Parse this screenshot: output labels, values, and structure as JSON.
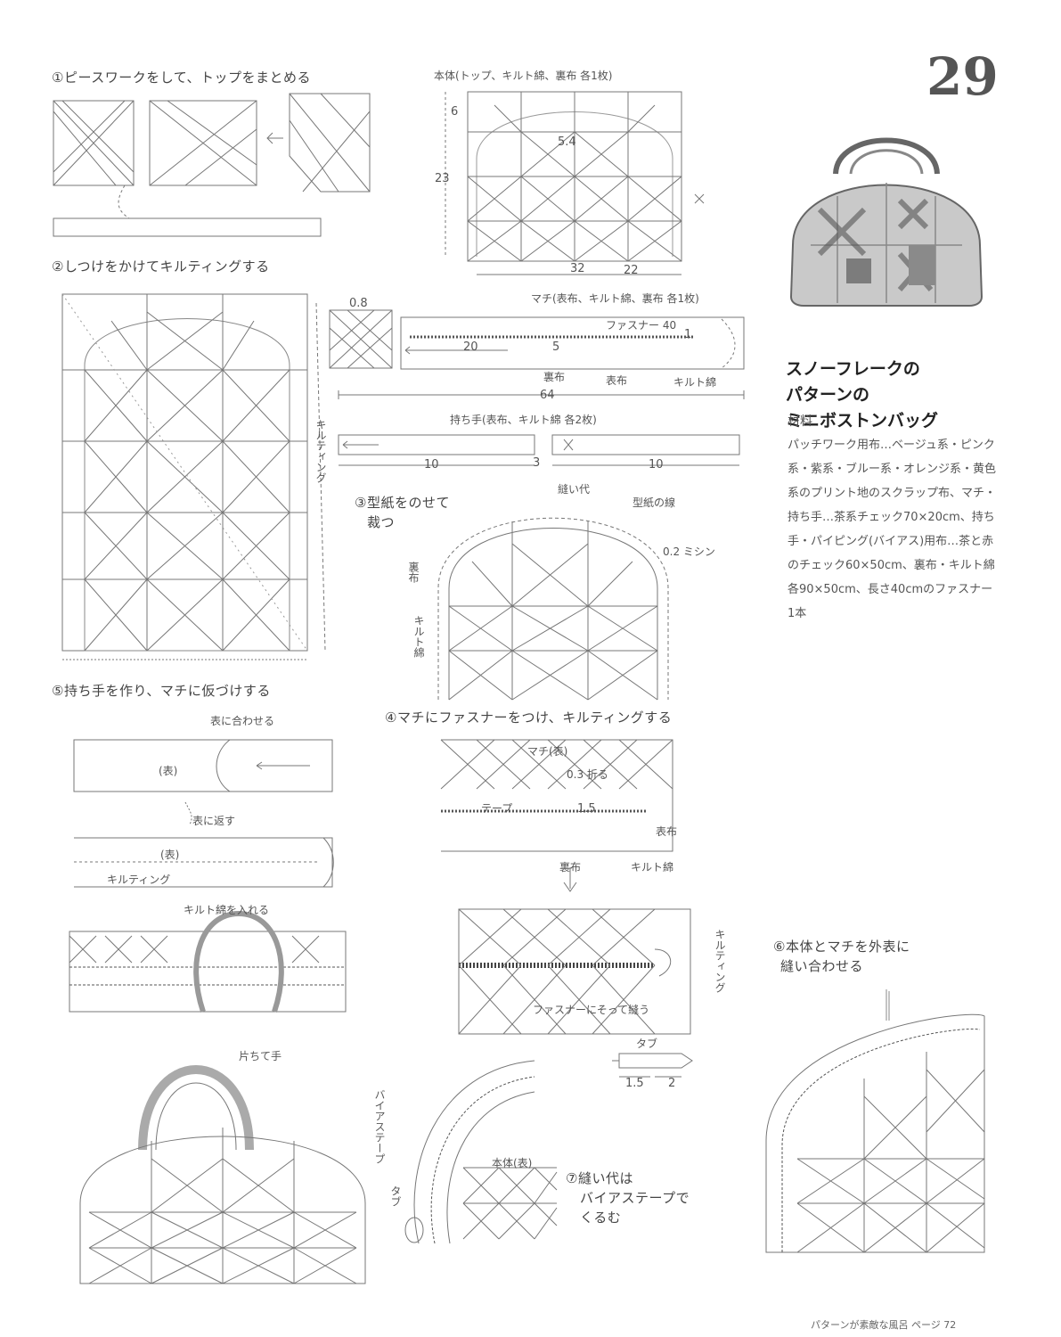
{
  "page_number": "29",
  "title_lines": [
    "スノーフレークの",
    "パターンの",
    "ミニボストンバッグ"
  ],
  "materials_heading": "材料",
  "materials_text": "パッチワーク用布…ベージュ系・ピンク系・紫系・ブルー系・オレンジ系・黄色系のプリント地のスクラップ布、マチ・持ち手…茶系チェック70×20cm、持ち手・パイピング(バイアス)用布…茶と赤のチェック60×50cm、裏布・キルト綿各90×50cm、長さ40cmのファスナー1本",
  "steps": {
    "s1": "①ピースワークをして、トップをまとめる",
    "s2": "②しつけをかけてキルティングする",
    "s3": [
      "③型紙をのせて",
      "裁つ"
    ],
    "s4": "④マチにファスナーをつけ、キルティングする",
    "s5": "⑤持ち手を作り、マチに仮づけする",
    "s6": [
      "⑥本体とマチを外表に",
      "縫い合わせる"
    ],
    "s7": [
      "⑦縫い代は",
      "バイアステープで",
      "くるむ"
    ]
  },
  "labels": {
    "body": "本体(トップ、キルト綿、裏布 各1枚)",
    "gusset": "マチ(表布、キルト綿、裏布 各1枚)",
    "handle": "持ち手(表布、キルト綿 各2枚)",
    "zipper_40": "ファスナー 40",
    "seam_allow": "縫い代",
    "pattern_line": "型紙の線",
    "cut_02": "0.2",
    "quilt_machine": "0.2 ミシン",
    "back": "裏布",
    "cotton": "キルト綿",
    "front_surface": "表布",
    "match_front": "表に合わせる",
    "omote": "(表)",
    "fold_front": "表に返す",
    "quilting": "キルティング",
    "insert_batting": "キルト綿を入れる",
    "gusset_front": "マチ(表)",
    "fold_zip": "0.3 折る",
    "zip_sew": "ファスナーにそって縫う",
    "zip_tape": "テープ",
    "tab": "タブ",
    "handle_one": "片ちて手",
    "body_front": "本体(表)",
    "bias_tape": "バイアステープ",
    "quilt_quilt": "キルト綿",
    "sew_tab": "タブ",
    "footer": "パターンが素敵な風呂 ページ 72"
  },
  "dims": {
    "d32": "32",
    "d22": "22",
    "d23": "23",
    "d6": "6",
    "d54": "5.4",
    "d08": "0.8",
    "d20": "20",
    "d40": "40",
    "d64": "64",
    "d1": "1",
    "d5": "5",
    "d10": "10",
    "d3": "3",
    "d15": "1.5",
    "d2": "2"
  }
}
